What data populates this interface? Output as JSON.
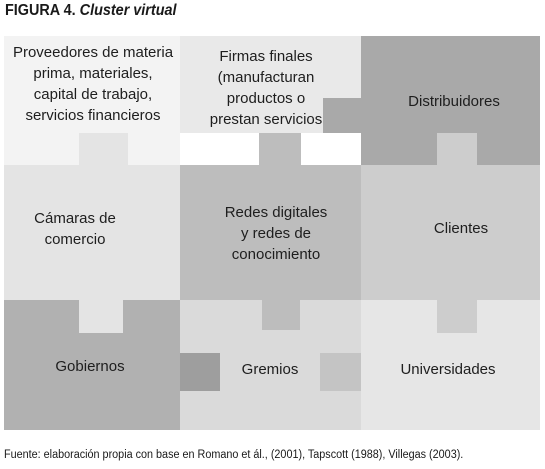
{
  "figure": {
    "number": "FIGURA 4.",
    "title": "Cluster virtual"
  },
  "pieces": [
    {
      "id": "proveedores",
      "lines": [
        "Proveedores de materia",
        "prima, materiales,",
        "capital de trabajo,",
        "servicios financieros"
      ],
      "color": "#f3f3f3"
    },
    {
      "id": "firmas",
      "lines": [
        "Firmas finales",
        "(manufacturan",
        "productos o",
        "prestan servicios"
      ],
      "color": "#e9e9e9"
    },
    {
      "id": "distribuidores",
      "lines": [
        "Distribuidores"
      ],
      "color": "#a9a9a9"
    },
    {
      "id": "camaras",
      "lines": [
        "Cámaras de",
        "comercio"
      ],
      "color": "#e4e4e4"
    },
    {
      "id": "redes",
      "lines": [
        "Redes digitales",
        "y redes de",
        "conocimiento"
      ],
      "color": "#bdbdbd"
    },
    {
      "id": "clientes",
      "lines": [
        "Clientes"
      ],
      "color": "#cdcdcd"
    },
    {
      "id": "gobiernos",
      "lines": [
        "Gobiernos"
      ],
      "color": "#b1b1b1"
    },
    {
      "id": "gremios",
      "lines": [
        "Gremios"
      ],
      "color": "#dadada"
    },
    {
      "id": "universidades",
      "lines": [
        "Universidades"
      ],
      "color": "#e6e6e6"
    }
  ],
  "footer": {
    "source": "Fuente: elaboración propia con base en Romano et ál., (2001), Tapscott (1988), Villegas (2003)."
  }
}
